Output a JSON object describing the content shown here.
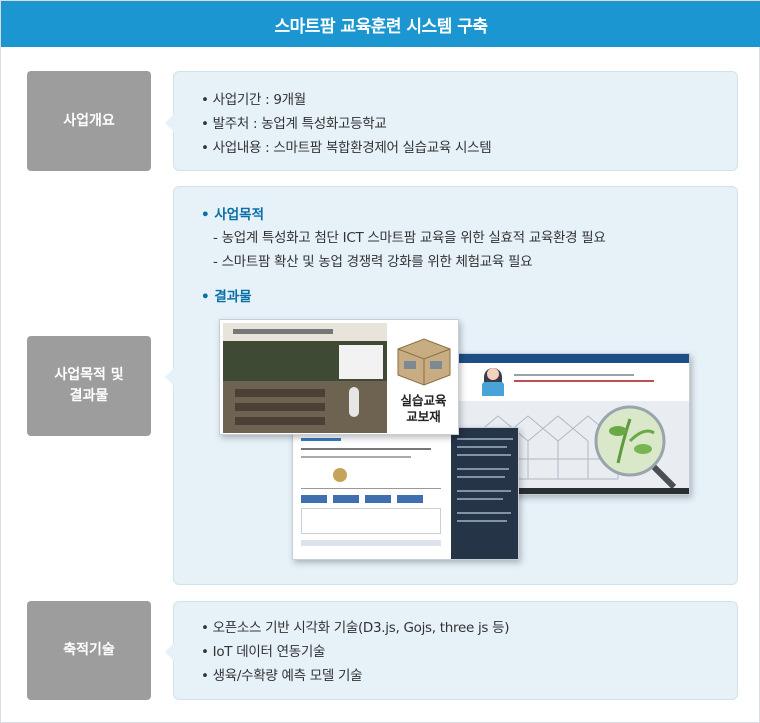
{
  "header": {
    "title": "스마트팜 교육훈련 시스템 구축"
  },
  "rows": [
    {
      "label": "사업개요",
      "items": [
        "사업기간 : 9개월",
        "발주처 : 농업계 특성화고등학교",
        "사업내용 : 스마트팜 복합환경제어 실습교육 시스템"
      ]
    },
    {
      "label": "사업목적 및\n결과물",
      "purpose_title": "사업목적",
      "purpose_items": [
        "농업계 특성화고 첨단 ICT 스마트팜 교육을 위한 실효적 교육환경 필요",
        "스마트팜 확산 및 농업 경쟁력 강화를 위한 체험교육 필요"
      ],
      "result_title": "결과물",
      "kit_label": "실습교육\n교보재"
    },
    {
      "label": "축적기술",
      "items": [
        "오픈소스 기반 시각화 기술(D3.js, Gojs, three js 등)",
        "IoT 데이터 연동기술",
        "생육/수확량 예측 모델 기술"
      ]
    }
  ],
  "colors": {
    "header": "#1b96d0",
    "label_bg": "#9d9d9d",
    "box_bg": "#e6f1f8",
    "accent_title": "#0a6fa6"
  }
}
